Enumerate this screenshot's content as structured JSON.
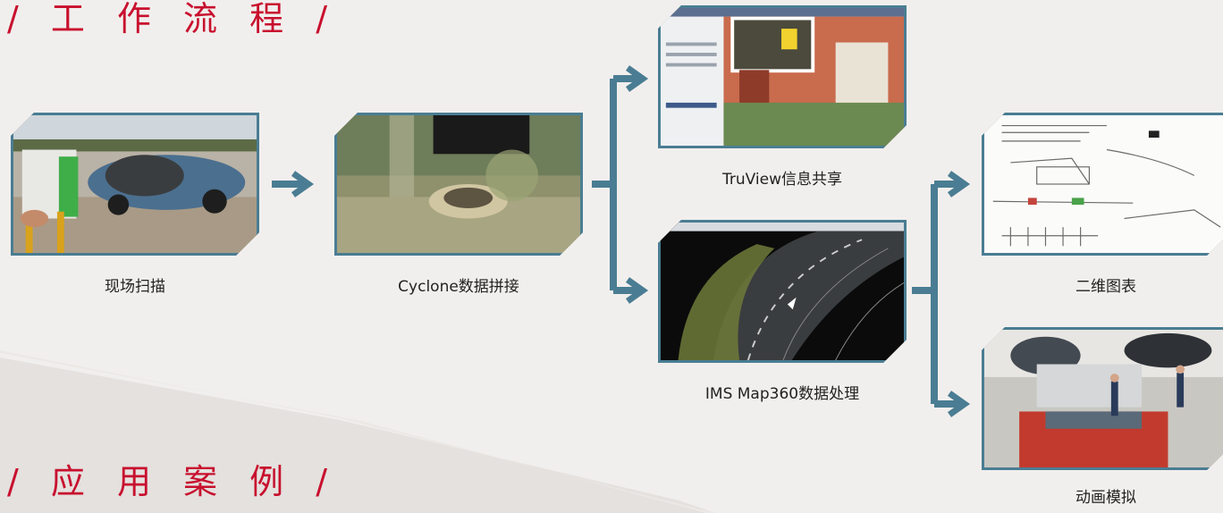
{
  "sections": {
    "workflow_title": "/ 工 作 流 程 /",
    "cases_title": "/ 应 用 案 例 /"
  },
  "steps": [
    {
      "label": "现场扫描",
      "image": "scanner-at-wrecked-car-photo"
    },
    {
      "label": "Cyclone数据拼接",
      "image": "point-cloud-car-render"
    },
    {
      "label": "TruView信息共享",
      "image": "truview-software-screenshot"
    },
    {
      "label": "IMS Map360数据处理",
      "image": "map360-road-mesh-screenshot"
    },
    {
      "label": "二维图表",
      "image": "2d-diagram-drawing"
    },
    {
      "label": "动画模拟",
      "image": "accident-animation-render"
    }
  ],
  "colors": {
    "title_red": "#c8102e",
    "flow_blue": "#4a7d93",
    "background": "#f1efed",
    "band_gray": "#e4e1de"
  }
}
